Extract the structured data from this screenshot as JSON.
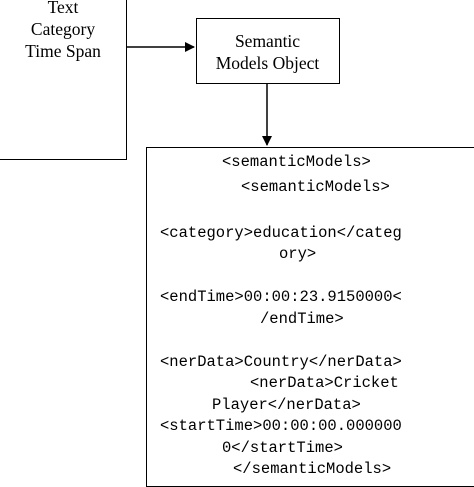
{
  "input_box": {
    "lines": [
      "Text",
      "Category",
      "Time Span"
    ]
  },
  "model_box": {
    "lines": [
      "Semantic",
      "Models Object"
    ]
  },
  "output_box": {
    "lines": [
      "<semanticModels>",
      "<semanticModels>",
      "<category>education</categ",
      "ory>",
      "<endTime>00:00:23.9150000<",
      "/endTime>",
      "<nerData>Country</nerData>",
      "<nerData>Cricket",
      "Player</nerData>",
      "<startTime>00:00:00.000000",
      "0</startTime>",
      "</semanticModels>"
    ]
  }
}
